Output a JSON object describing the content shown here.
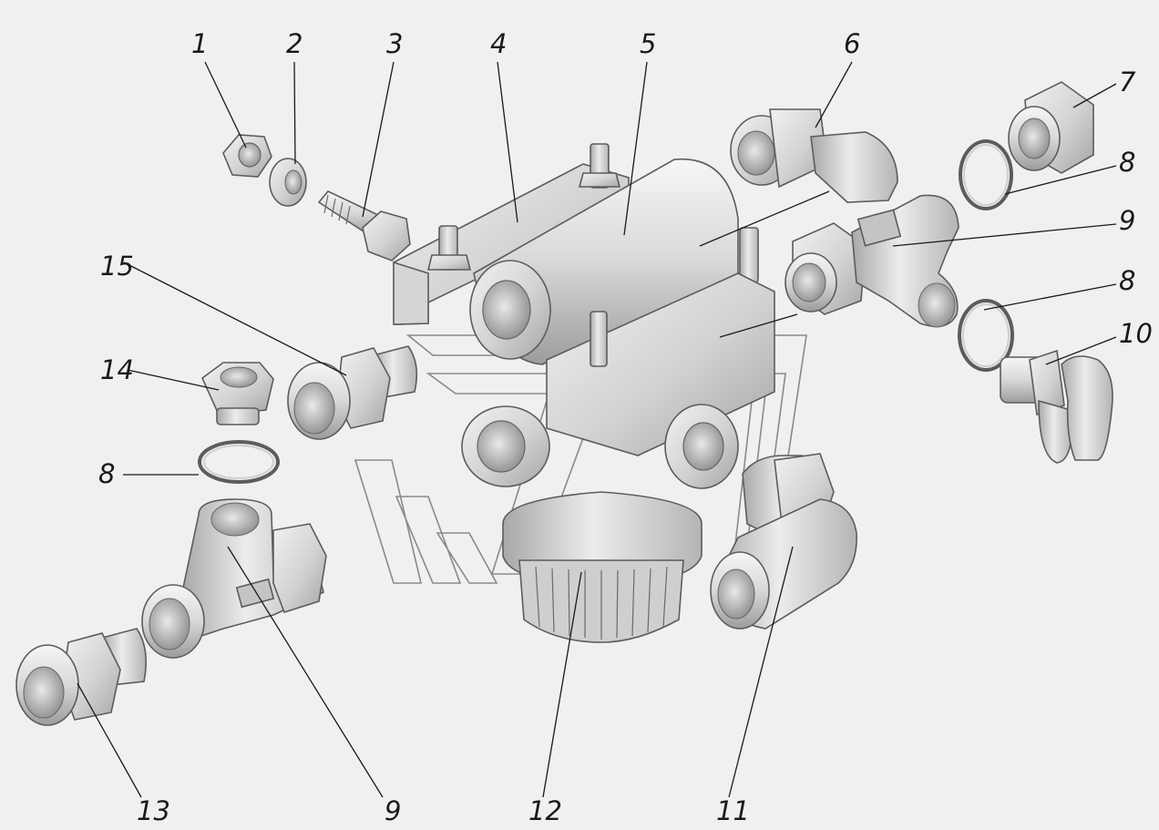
{
  "diagram": {
    "callouts": [
      {
        "id": "c1",
        "label": "1"
      },
      {
        "id": "c2",
        "label": "2"
      },
      {
        "id": "c3",
        "label": "3"
      },
      {
        "id": "c4",
        "label": "4"
      },
      {
        "id": "c5",
        "label": "5"
      },
      {
        "id": "c6",
        "label": "6"
      },
      {
        "id": "c7",
        "label": "7"
      },
      {
        "id": "c8a",
        "label": "8"
      },
      {
        "id": "c9a",
        "label": "9"
      },
      {
        "id": "c8b",
        "label": "8"
      },
      {
        "id": "c10",
        "label": "10"
      },
      {
        "id": "c15",
        "label": "15"
      },
      {
        "id": "c14",
        "label": "14"
      },
      {
        "id": "c8c",
        "label": "8"
      },
      {
        "id": "c13",
        "label": "13"
      },
      {
        "id": "c9b",
        "label": "9"
      },
      {
        "id": "c12",
        "label": "12"
      },
      {
        "id": "c11",
        "label": "11"
      }
    ],
    "colors": {
      "background": "#f0f0ee",
      "metal_light": "#e4e4e2",
      "metal_mid": "#c9c9c7",
      "metal_dark": "#9a9a98",
      "line": "#1a1a1a"
    }
  }
}
